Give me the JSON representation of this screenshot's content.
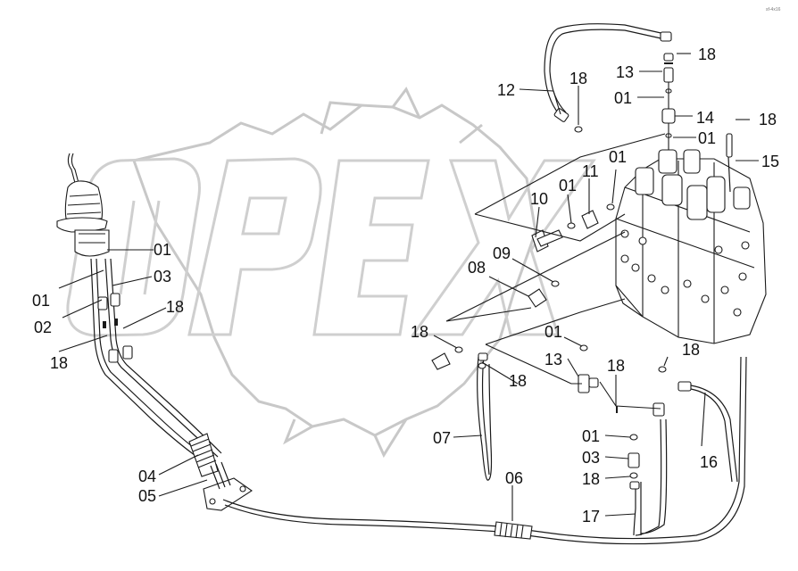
{
  "watermark": "OPEX",
  "corner_mark": "sf-4x16",
  "callouts": {
    "c01a": "01",
    "c01b": "01",
    "c01c": "01",
    "c01d": "01",
    "c01e": "01",
    "c01f": "01",
    "c01g": "01",
    "c01h": "01",
    "c02": "02",
    "c03a": "03",
    "c03b": "03",
    "c04": "04",
    "c05": "05",
    "c06": "06",
    "c07": "07",
    "c08": "08",
    "c09": "09",
    "c10": "10",
    "c11": "11",
    "c12": "12",
    "c13a": "13",
    "c13b": "13",
    "c14": "14",
    "c15": "15",
    "c16": "16",
    "c17": "17",
    "c18a": "18",
    "c18b": "18",
    "c18c": "18",
    "c18d": "18",
    "c18e": "18",
    "c18f": "18",
    "c18g": "18",
    "c18h": "18",
    "c18i": "18",
    "c18j": "18"
  }
}
